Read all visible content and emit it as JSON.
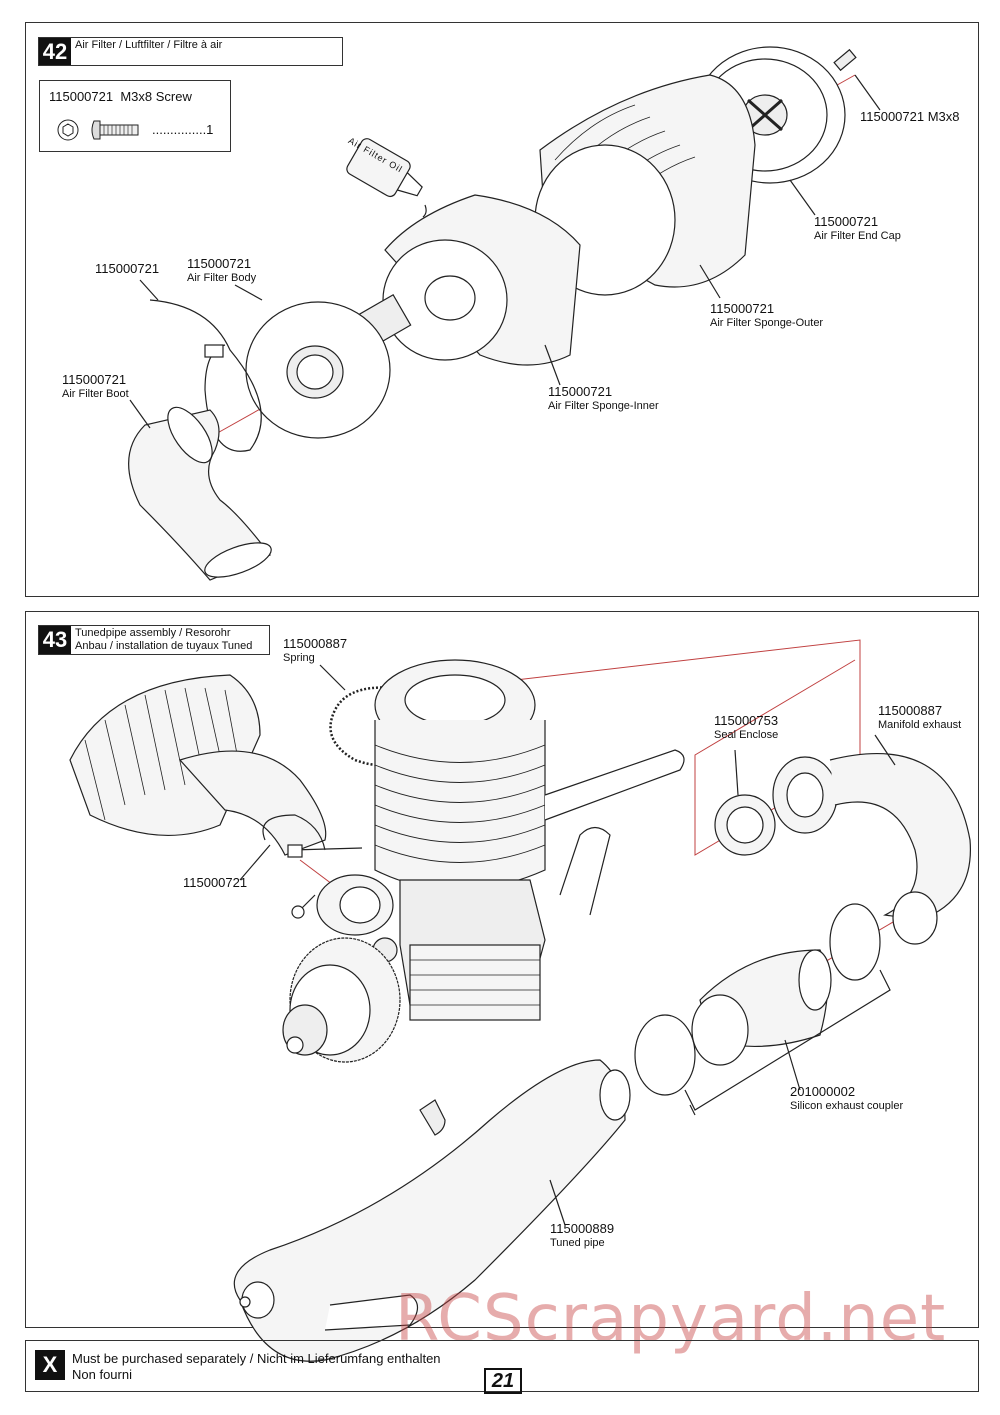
{
  "step42": {
    "number": "42",
    "title": "Air Filter / Luftfilter / Filtre à air",
    "parts_box": {
      "part": "115000721",
      "name": "M3x8 Screw",
      "qty": "...............1"
    },
    "labels": [
      {
        "pn": "115000721 M3x8",
        "nm": ""
      },
      {
        "pn": "115000721",
        "nm": "Air Filter End Cap"
      },
      {
        "pn": "115000721",
        "nm": "Air Filter Sponge-Outer"
      },
      {
        "pn": "115000721",
        "nm": "Air Filter Sponge-Inner"
      },
      {
        "pn": "115000721",
        "nm": "Air Filter Body"
      },
      {
        "pn": "115000721",
        "nm": ""
      },
      {
        "pn": "115000721",
        "nm": "Air Filter Boot"
      }
    ],
    "bottle_text": "Air Filter Oil"
  },
  "step43": {
    "number": "43",
    "title_line1": "Tunedpipe assembly / Resorohr",
    "title_line2": "Anbau / installation de tuyaux Tuned",
    "labels": [
      {
        "pn": "115000887",
        "nm": "Spring"
      },
      {
        "pn": "115000753",
        "nm": "Seal Enclose"
      },
      {
        "pn": "115000887",
        "nm": "Manifold exhaust"
      },
      {
        "pn": "115000721",
        "nm": ""
      },
      {
        "pn": "201000002",
        "nm": "Silicon exhaust coupler"
      },
      {
        "pn": "115000889",
        "nm": "Tuned pipe"
      }
    ]
  },
  "footer": {
    "symbol": "X",
    "line1": "Must be purchased separately / Nicht im Lieferumfang enthalten",
    "line2": "Non fourni",
    "page": "21"
  },
  "watermark": "RCScrapyard.net",
  "colors": {
    "accent": "#c04040",
    "line": "#222222"
  }
}
